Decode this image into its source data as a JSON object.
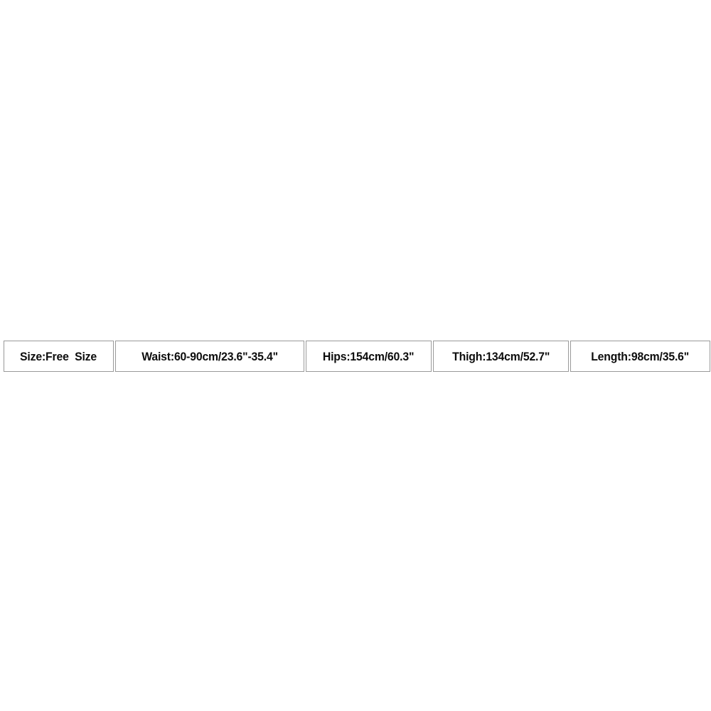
{
  "page": {
    "background_color": "#ffffff",
    "title": "Size Chart"
  },
  "size_chart": {
    "border_color": "#999999",
    "text_color": "#0d0d0d",
    "cells": [
      {
        "label": "Size",
        "value": "Free Size",
        "text": "Size:Free  Size"
      },
      {
        "label": "Waist",
        "value": "60-90cm/23.6\"-35.4\"",
        "text": "Waist:60-90cm/23.6\"-35.4\""
      },
      {
        "label": "Hips",
        "value": "154cm/60.3\"",
        "text": "Hips:154cm/60.3\""
      },
      {
        "label": "Thigh",
        "value": "134cm/52.7\"",
        "text": "Thigh:134cm/52.7\""
      },
      {
        "label": "Length",
        "value": "98cm/35.6\"",
        "text": "Length:98cm/35.6\""
      }
    ],
    "measurements": {
      "size": "Free Size",
      "waist_cm_min": 60,
      "waist_cm_max": 90,
      "waist_in_min": 23.6,
      "waist_in_max": 35.4,
      "hips_cm": 154,
      "hips_in": 60.3,
      "thigh_cm": 134,
      "thigh_in": 52.7,
      "length_cm": 98,
      "length_in": 35.6
    }
  }
}
